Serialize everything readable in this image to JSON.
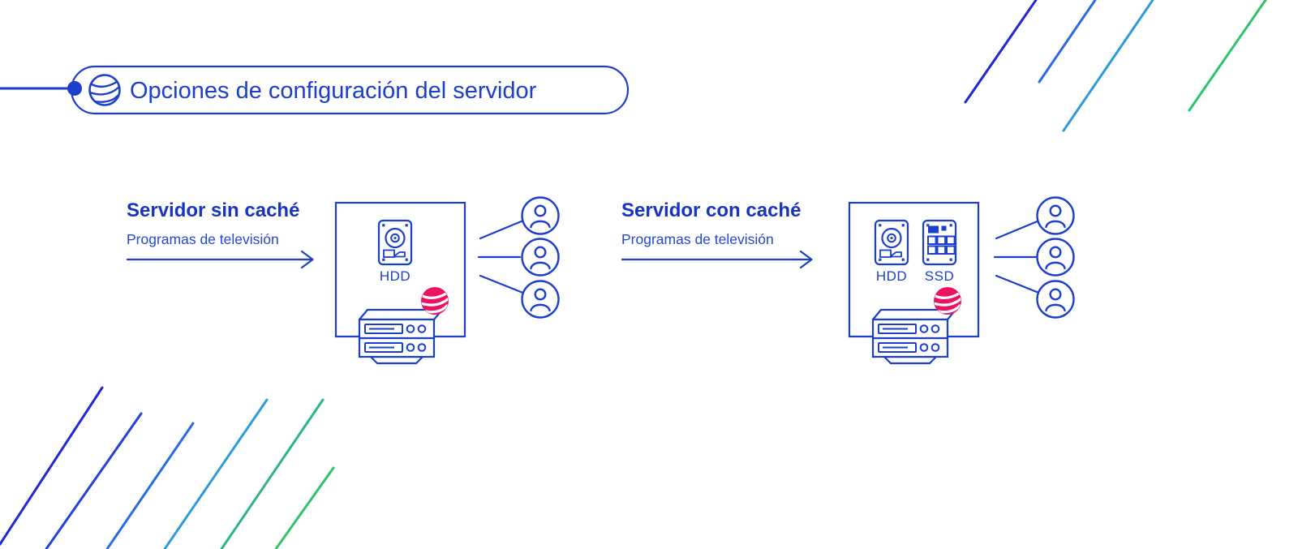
{
  "page": {
    "background": "#ffffff"
  },
  "header": {
    "title": "Opciones de configuración del servidor",
    "logo_icon": "striped-globe-logo"
  },
  "colors": {
    "primary_blue": "#1c3ecd",
    "heading_blue": "#1733c0",
    "text_blue": "#2447d4",
    "accent_pink": "#ed1164",
    "background": "#ffffff",
    "decor_top_right": [
      "#2028d4",
      "#2a6be2",
      "#2d9bd8",
      "#2fc368"
    ],
    "decor_bottom_left": [
      "#2028d4",
      "#2541db",
      "#2a6be2",
      "#2d9bd8",
      "#2eb18d",
      "#2fc368"
    ]
  },
  "diagrams": [
    {
      "heading": "Servidor sin caché",
      "subheading": "Programas de televisión",
      "drives": [
        {
          "label": "HDD",
          "icon": "hdd-icon"
        }
      ],
      "server_icon": "server-rack-icon",
      "brand_ball_icon": "striped-ball-icon",
      "user_count": 3
    },
    {
      "heading": "Servidor con caché",
      "subheading": "Programas de televisión",
      "drives": [
        {
          "label": "HDD",
          "icon": "hdd-icon"
        },
        {
          "label": "SSD",
          "icon": "ssd-icon"
        }
      ],
      "server_icon": "server-rack-icon",
      "brand_ball_icon": "striped-ball-icon",
      "user_count": 3
    }
  ]
}
